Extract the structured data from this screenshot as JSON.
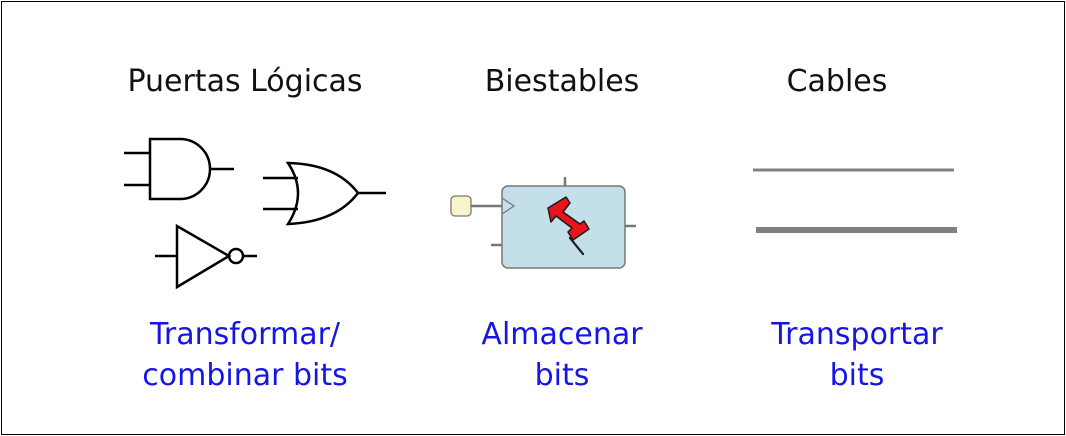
{
  "columns": [
    {
      "title": "Puertas Lógicas",
      "description": [
        "Transformar/",
        "combinar bits"
      ],
      "icons": [
        "and-gate-icon",
        "or-gate-icon",
        "not-gate-icon"
      ]
    },
    {
      "title": "Biestables",
      "description": [
        "Almacenar",
        "bits"
      ],
      "icons": [
        "flip-flop-icon",
        "pushpin-icon"
      ]
    },
    {
      "title": "Cables",
      "description": [
        "Transportar",
        "bits"
      ],
      "icons": [
        "thin-wire-icon",
        "bus-wire-icon"
      ]
    }
  ],
  "colors": {
    "description_text": "#1515e6",
    "gate_stroke": "#000000",
    "flipflop_fill": "#c3dfe9",
    "clock_fill": "#f7f5c9",
    "pin_red": "#e8141c",
    "wire_gray": "#808080"
  }
}
